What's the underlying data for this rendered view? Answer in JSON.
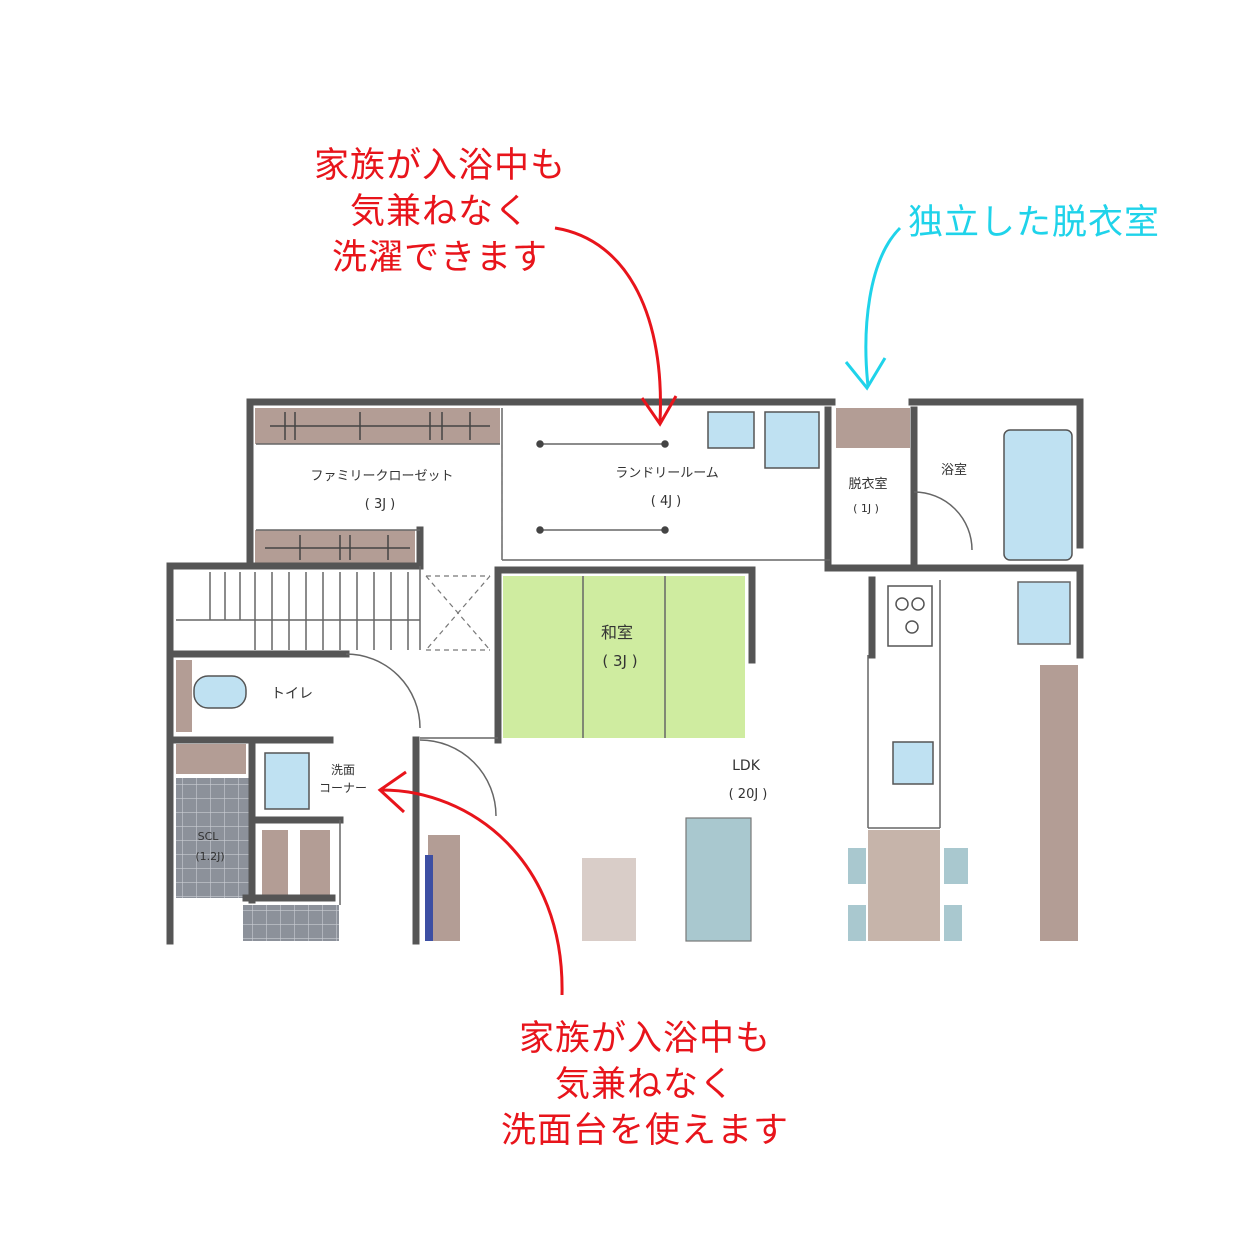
{
  "colors": {
    "annotation_red": "#e8141b",
    "annotation_cyan": "#1fd3ea",
    "wall": "#555555",
    "storage_brown": "#b39d95",
    "tatami_green": "#cfeca0",
    "fixture_blue": "#bfe1f2",
    "floor_tile": "#8c919a"
  },
  "annotations": {
    "top_laundry": [
      "家族が入浴中も",
      "気兼ねなく",
      "洗濯できます"
    ],
    "dressing_room": "独立した脱衣室",
    "bottom_washbasin": [
      "家族が入浴中も",
      "気兼ねなく",
      "洗面台を使えます"
    ]
  },
  "rooms": {
    "family_closet": {
      "name": "ファミリークローゼット",
      "size": "( 3J )"
    },
    "laundry_room": {
      "name": "ランドリールーム",
      "size": "( 4J )"
    },
    "dressing_room": {
      "name": "脱衣室",
      "size": "( 1J )"
    },
    "bathroom": {
      "name": "浴室"
    },
    "washitsu": {
      "name": "和室",
      "size": "( 3J )"
    },
    "toilet": {
      "name": "トイレ"
    },
    "wash_corner": {
      "name_line1": "洗面",
      "name_line2": "コーナー"
    },
    "scl": {
      "name": "SCL",
      "size": "(1.2J)"
    },
    "ldk": {
      "name": "LDK",
      "size": "( 20J )"
    }
  }
}
